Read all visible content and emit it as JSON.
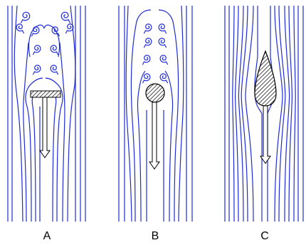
{
  "labels": {
    "a": "A",
    "b": "B",
    "c": "C"
  },
  "colors": {
    "streamline": "#1f2bd6",
    "outline": "#000000",
    "hatch": "#000000",
    "background": "#ffffff"
  },
  "panels": [
    {
      "label": "A",
      "obstacle": "flat-plate",
      "wake": "vortices"
    },
    {
      "label": "B",
      "obstacle": "circle",
      "wake": "vortices"
    },
    {
      "label": "C",
      "obstacle": "streamlined-teardrop",
      "wake": "none"
    }
  ]
}
